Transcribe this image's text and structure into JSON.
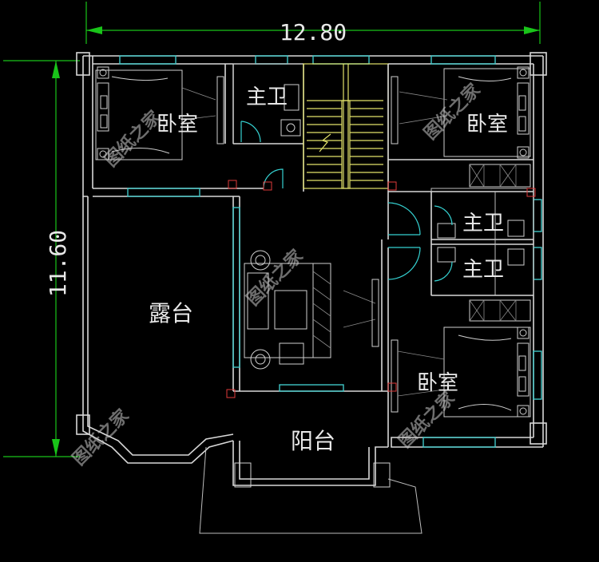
{
  "dimensions": {
    "width": "12.80",
    "height": "11.60"
  },
  "rooms": {
    "bedroom_top_left": "卧室",
    "master_bath": "主卫",
    "bedroom_top_right": "卧室",
    "bath_right_upper": "主卫",
    "bath_right_lower": "主卫",
    "bedroom_bottom_right": "卧室",
    "terrace": "露台",
    "balcony": "阳台"
  },
  "watermark": "图纸之家",
  "colors": {
    "background": "#000000",
    "wall": "#d8d8d8",
    "window": "#3fc6c6",
    "stair": "#e3e36a",
    "dimension": "#19c419",
    "column_mark": "#e03a3a"
  }
}
